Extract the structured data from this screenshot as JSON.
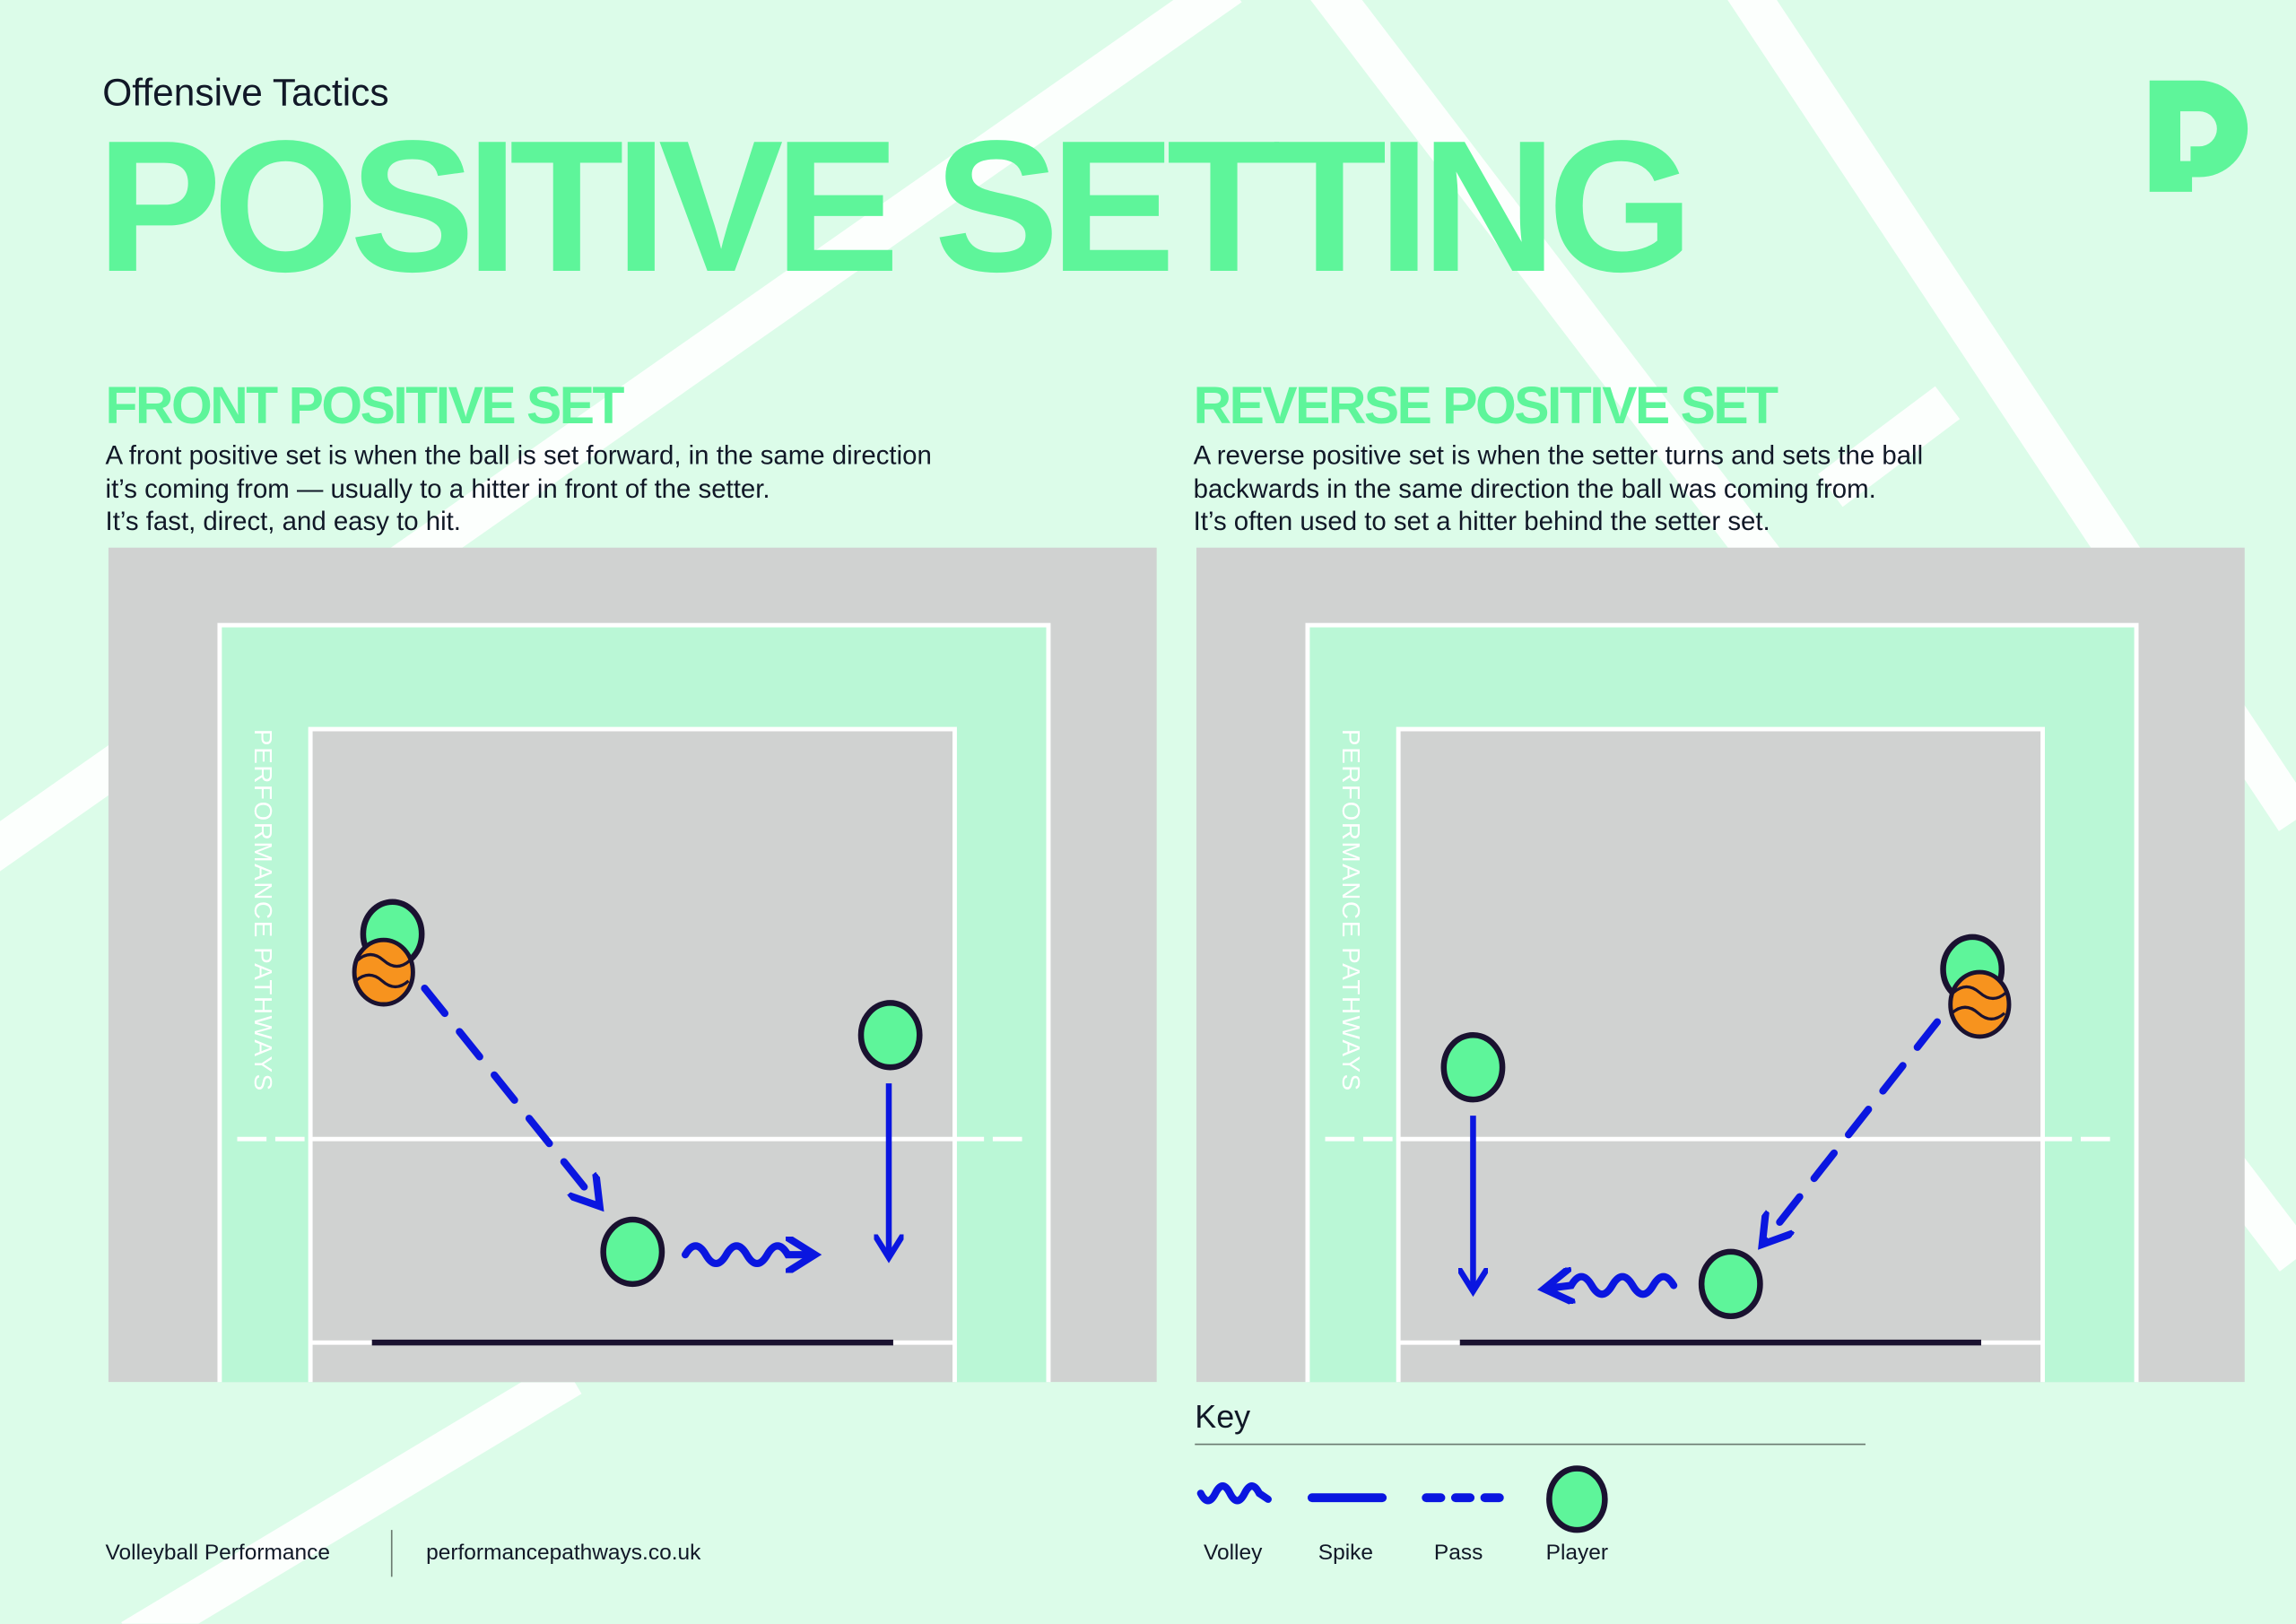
{
  "header": {
    "subtitle": "Offensive Tactics",
    "title": "POSITIVE SETTING"
  },
  "logo": {
    "name": "performance-pathways-logo"
  },
  "sections": [
    {
      "heading": "FRONT POSITIVE SET",
      "lines": [
        "A front positive set is when the ball is set forward, in the same direction",
        "it’s coming from — usually to a hitter in front of the setter.",
        "It’s fast, direct, and easy to hit."
      ]
    },
    {
      "heading": "REVERSE POSITIVE SET",
      "lines": [
        "A reverse positive set is when the setter turns and sets the ball",
        "backwards in the same direction the ball was coming from.",
        "It’s often used to set a hitter behind the setter set."
      ]
    }
  ],
  "court_watermark": "PERFORMANCE PATHWAYS",
  "key": {
    "title": "Key",
    "items": [
      "Volley",
      "Spike",
      "Pass",
      "Player"
    ]
  },
  "footer": {
    "brand": "Volleyball Performance",
    "url": "performancepathways.co.uk"
  },
  "colors": {
    "accent": "#5ef59a",
    "background": "#dcfce9",
    "court": "#d0d2d1",
    "court_zone": "#baf7d6",
    "action": "#0a16e0",
    "ball": "#f7931e",
    "outline": "#1a1230"
  }
}
